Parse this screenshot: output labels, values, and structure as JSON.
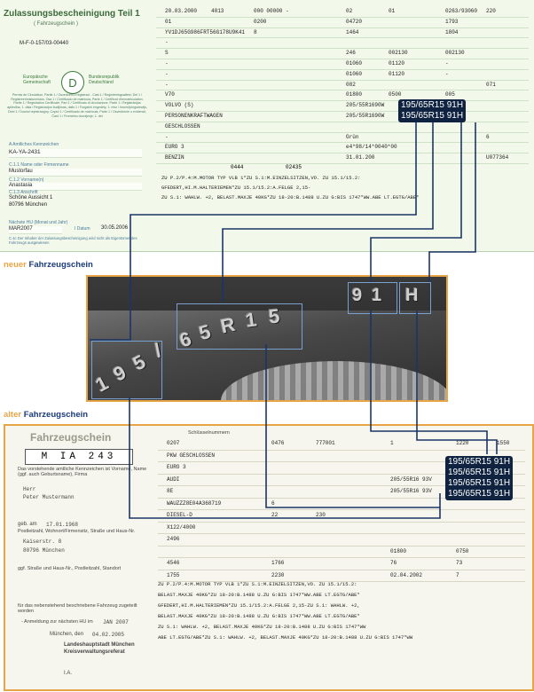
{
  "new_doc": {
    "title": "Zulassungsbescheinigung Teil 1",
    "subtitle": "( Fahrzeugschein )",
    "doc_number": "M-F-0-157/03-00440",
    "eu_label": "Europäische Gemeinschaft",
    "country_label": "Bundesrepublik Deutschland",
    "seal_letter": "D",
    "permit_text": "Permis de Circulation, Partie 1 / Osvedceni o registraci - Cast 1 / Registreringsattest, Del 1 / Registreerimistunnistus, Osa 1 / Certificado de matricula, Parte 1 / Certificat d'immatriculation, Partie 1 / Registration Certificate, Part 1 / Certificato di circolazione, Parte 1 / Reģistrācijas apliecība, 1. daļa / Registracijos liudijimas, dalis 1 / Forgalmi engedély, 1. rész / Inschrijvingsbewijs, Deel 1 / Dowód rejestracyjny, Część 1 / Certificado de matrícula, Parte 1 / Osvedčenie o evidencii, Časť 1 / Prometno dovoljenje, 1. del",
    "plate_label": "A Amtliches Kennzeichen",
    "plate": "KA-YA-2431",
    "name_label": "C.1.1 Name oder Firmenname",
    "name": "Mustorfau",
    "firstname_label": "C.1.2 Vorname(n)",
    "firstname": "Anastasia",
    "address_label": "C.1.3 Anschrift",
    "street": "Schöne Aussicht 1",
    "city": "80796 München",
    "hu_label": "Nächste HU (Monat und Jahr)",
    "hu_value": "MAR2007",
    "date_label": "I Datum",
    "date": "30.05.2006",
    "holder_note": "C.4c  Der Inhaber der Zulassungsbescheinigung wird nicht als Eigentümer des Fahrzeugs ausgewiesen",
    "rows": [
      {
        "a": "20.03.2000",
        "b": "4013",
        "c": "000 00000 -",
        "d": "02",
        "e": "01",
        "f": "0263/93060",
        "g": "220"
      },
      {
        "a": "01",
        "b": "",
        "c": "0200",
        "d": "04720",
        "e": "",
        "f": "1793",
        "g": ""
      },
      {
        "a": "YV1DJ65G986FRT56G178U9K41",
        "b": "",
        "c": "8",
        "d": "1464",
        "e": "",
        "f": "1804",
        "g": ""
      },
      {
        "a": "-",
        "b": "",
        "c": "",
        "d": "",
        "e": "",
        "f": "",
        "g": ""
      },
      {
        "a": "S",
        "b": "",
        "c": "",
        "d": "246",
        "e": "002130",
        "f": "002130",
        "g": ""
      },
      {
        "a": "-",
        "b": "",
        "c": "",
        "d": "01060",
        "e": "01120",
        "f": "-",
        "g": ""
      },
      {
        "a": "-",
        "b": "",
        "c": "",
        "d": "01060",
        "e": "01120",
        "f": "-",
        "g": ""
      },
      {
        "a": "-",
        "b": "",
        "c": "",
        "d": "082",
        "e": "",
        "f": "",
        "g": "071"
      },
      {
        "a": "V70",
        "b": "",
        "c": "",
        "d": "01800",
        "e": "0500",
        "f": "005",
        "g": ""
      },
      {
        "a": "VOLVO (S)",
        "b": "",
        "c": "",
        "d": "205/55R1690W",
        "e": "",
        "f": "",
        "g": ""
      },
      {
        "a": "PERSONENKRAFTWAGEN",
        "b": "",
        "c": "",
        "d": "205/55R1690W",
        "e": "",
        "f": "",
        "g": ""
      },
      {
        "a": "GESCHLOSSEN",
        "b": "",
        "c": "",
        "d": "",
        "e": "",
        "f": "",
        "g": ""
      },
      {
        "a": "-",
        "b": "",
        "c": "",
        "d": "Grün",
        "e": "",
        "f": "",
        "g": "6"
      },
      {
        "a": "EURO 3",
        "b": "",
        "c": "",
        "d": "e4*98/14*0040*00",
        "e": "",
        "f": "",
        "g": ""
      },
      {
        "a": "BENZIN",
        "b": "",
        "c": "",
        "d": "31.01.200",
        "e": "",
        "f": "",
        "g": "U077364"
      }
    ],
    "codes": [
      "0444",
      "02435"
    ],
    "remarks": [
      "ZU P.2/P.4:M.MOTOR TYP VLB 1*ZU S.1:M.EINZELSITZEN,VO. ZU 15.1/15.2:",
      "GFEDERT,HI.M.HALTERIEMEN*ZU 15.1/15.2:A.FELGE 2,15-",
      "ZU S.1: WAHLW. +2, BELAST.MAXJE 40KG*ZU 18-20:B.1488 U.ZU G:BIS 1747*WW.ABE LT.EGTG/ABE*"
    ],
    "callouts": [
      "195/65R15 91H",
      "195/65R15 91H"
    ]
  },
  "label_new": {
    "prefix": "neuer",
    "rest": "Fahrzeugschein"
  },
  "photo": {
    "size": "195/65R15",
    "load": "91",
    "speed": "H",
    "chars": [
      "1",
      "9",
      "5",
      "/",
      "6",
      "5",
      "R",
      "1",
      "5",
      "9",
      "1",
      "H"
    ]
  },
  "label_old": {
    "prefix": "alter",
    "rest": "Fahrzeugschein"
  },
  "old_doc": {
    "title": "Fahrzeugschein",
    "plate": "M  IA  243",
    "intro": "Das vorstehende amtliche Kennzeichen ist Vorname, Name (ggf. auch Geburtsname), Firma",
    "salutation": "Herr",
    "name": "Peter Mustermann",
    "dob_label": "geb. am",
    "dob": "17.01.1968",
    "addr_label": "Postleitzahl, Wohnort/Firmensitz, Straße und Haus-Nr.",
    "street": "Kaiserstr. 8",
    "city": "80796 München",
    "addr2_label": "ggf. Straße und Haus-Nr., Postleitzahl, Standort",
    "allocation_text": "für das nebenstehend beschriebene Fahrzeug zugeteilt worden",
    "report_label": "- Anmeldung zur nächsten HU im",
    "report_value": "JAN 2007",
    "place_date_label": "München, den",
    "place_date": "04.02.2005",
    "authority1": "Landeshauptstadt München",
    "authority2": "Kreisverwaltungsreferat",
    "ia": "I.A.",
    "header_label": "Schlüsselnummern",
    "rows": [
      {
        "a": "0207",
        "b": "0476",
        "c": "777001",
        "d": "1",
        "e": "1220",
        "f": "1550"
      },
      {
        "a": "PKW GESCHLOSSEN",
        "b": "",
        "c": "",
        "d": "",
        "e": "",
        "f": ""
      },
      {
        "a": "EURO 3",
        "b": "",
        "c": "",
        "d": "",
        "e": "",
        "f": ""
      },
      {
        "a": "AUDI",
        "b": "",
        "c": "",
        "d": "205/55R16 93V",
        "e": "",
        "f": ""
      },
      {
        "a": "8E",
        "b": "",
        "c": "",
        "d": "205/55R16 93V",
        "e": "",
        "f": ""
      },
      {
        "a": "WAUZZZ8E04A368719",
        "b": "6",
        "c": "",
        "d": "",
        "e": "",
        "f": ""
      },
      {
        "a": "DIESEL-D",
        "b": "22",
        "c": "230",
        "d": "",
        "e": "",
        "f": ""
      },
      {
        "a": "X122/4000",
        "b": "",
        "c": "",
        "d": "",
        "e": "",
        "f": ""
      },
      {
        "a": "2496",
        "b": "",
        "c": "",
        "d": "",
        "e": "",
        "f": ""
      },
      {
        "a": "",
        "b": "",
        "c": "",
        "d": "01800",
        "e": "0750",
        "f": ""
      },
      {
        "a": "4546",
        "b": "1766",
        "c": "",
        "d": "76",
        "e": "73",
        "f": ""
      },
      {
        "a": "1755",
        "b": "2230",
        "c": "",
        "d": "02.04.2002",
        "e": "7",
        "f": ""
      }
    ],
    "remarks": [
      "ZU P.2/P.4:M.MOTOR TYP VLB 1*ZU S.1:M.EINZELSITZEN,VO. ZU 15.1/15.2:",
      "BELAST.MAXJE 40KG*ZU 18-20:B.1488 U.ZU G:BIS 1747*WW.ABE LT.EGTG/ABE*",
      "GFEDERT,HI.M.HALTERIEMEN*ZU 15.1/15.2:A.FELGE 2,15-ZU S.1: WAHLW. +2,",
      "BELAST.MAXJE 40KG*ZU 18-20:B.1488 U.ZU G:BIS 1747*WW.ABE LT.EGTG/ABE*",
      "ZU S.1: WAHLW. +2, BELAST.MAXJE 40KG*ZU 18-20:B.1488 U.ZU G:BIS 1747*WW",
      "ABE LT.EGTG/ABE*ZU S.1: WAHLW. +2, BELAST.MAXJE 40KG*ZU 18-20:B.1488 U.ZU G:BIS 1747*WW"
    ],
    "callouts": [
      "195/65R15 91H",
      "195/65R15 91H",
      "195/65R15 91H",
      "195/65R15 91H"
    ]
  },
  "colors": {
    "highlight": "#e8a546",
    "callout_bg": "#0f2340",
    "label_blue": "#1a3a7a",
    "line": "#1b3566"
  }
}
